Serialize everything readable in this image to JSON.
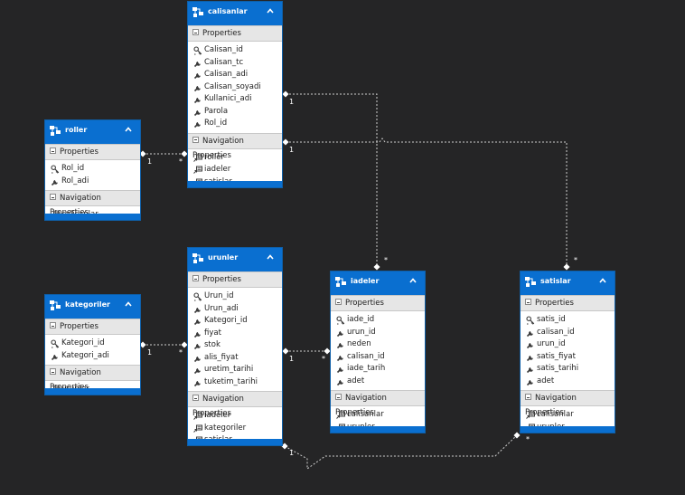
{
  "diagram": {
    "entities": [
      {
        "id": "calisanlar",
        "title": "calisanlar",
        "properties_label": "Properties",
        "nav_label": "Navigation Properties",
        "properties": [
          {
            "name": "Calisan_id",
            "key": true
          },
          {
            "name": "Calisan_tc",
            "key": false
          },
          {
            "name": "Calisan_adi",
            "key": false
          },
          {
            "name": "Calisan_soyadi",
            "key": false
          },
          {
            "name": "Kullanici_adi",
            "key": false
          },
          {
            "name": "Parola",
            "key": false
          },
          {
            "name": "Rol_id",
            "key": false
          }
        ],
        "navigation": [
          "roller",
          "iadeler",
          "satislar"
        ]
      },
      {
        "id": "roller",
        "title": "roller",
        "properties_label": "Properties",
        "nav_label": "Navigation Properties",
        "properties": [
          {
            "name": "Rol_id",
            "key": true
          },
          {
            "name": "Rol_adi",
            "key": false
          }
        ],
        "navigation": [
          "calisanlar"
        ]
      },
      {
        "id": "urunler",
        "title": "urunler",
        "properties_label": "Properties",
        "nav_label": "Navigation Properties",
        "properties": [
          {
            "name": "Urun_id",
            "key": true
          },
          {
            "name": "Urun_adi",
            "key": false
          },
          {
            "name": "Kategori_id",
            "key": false
          },
          {
            "name": "fiyat",
            "key": false
          },
          {
            "name": "stok",
            "key": false
          },
          {
            "name": "alis_fiyat",
            "key": false
          },
          {
            "name": "uretim_tarihi",
            "key": false
          },
          {
            "name": "tuketim_tarihi",
            "key": false
          }
        ],
        "navigation": [
          "iadeler",
          "kategoriler",
          "satislar"
        ]
      },
      {
        "id": "kategoriler",
        "title": "kategoriler",
        "properties_label": "Properties",
        "nav_label": "Navigation Properties",
        "properties": [
          {
            "name": "Kategori_id",
            "key": true
          },
          {
            "name": "Kategori_adi",
            "key": false
          }
        ],
        "navigation": [
          "urunler"
        ]
      },
      {
        "id": "iadeler",
        "title": "iadeler",
        "properties_label": "Properties",
        "nav_label": "Navigation Properties",
        "properties": [
          {
            "name": "iade_id",
            "key": true
          },
          {
            "name": "urun_id",
            "key": false
          },
          {
            "name": "neden",
            "key": false
          },
          {
            "name": "calisan_id",
            "key": false
          },
          {
            "name": "iade_tarih",
            "key": false
          },
          {
            "name": "adet",
            "key": false
          }
        ],
        "navigation": [
          "calisanlar",
          "urunler"
        ]
      },
      {
        "id": "satislar",
        "title": "satislar",
        "properties_label": "Properties",
        "nav_label": "Navigation Properties",
        "properties": [
          {
            "name": "satis_id",
            "key": true
          },
          {
            "name": "calisan_id",
            "key": false
          },
          {
            "name": "urun_id",
            "key": false
          },
          {
            "name": "satis_fiyat",
            "key": false
          },
          {
            "name": "satis_tarihi",
            "key": false
          },
          {
            "name": "adet",
            "key": false
          }
        ],
        "navigation": [
          "calisanlar",
          "urunler"
        ]
      }
    ],
    "multiplicity_one": "1",
    "multiplicity_many": "*",
    "colors": {
      "background": "#252526",
      "header": "#0a6fd0",
      "section": "#e6e6e6",
      "connector": "#cfcfcf"
    }
  }
}
